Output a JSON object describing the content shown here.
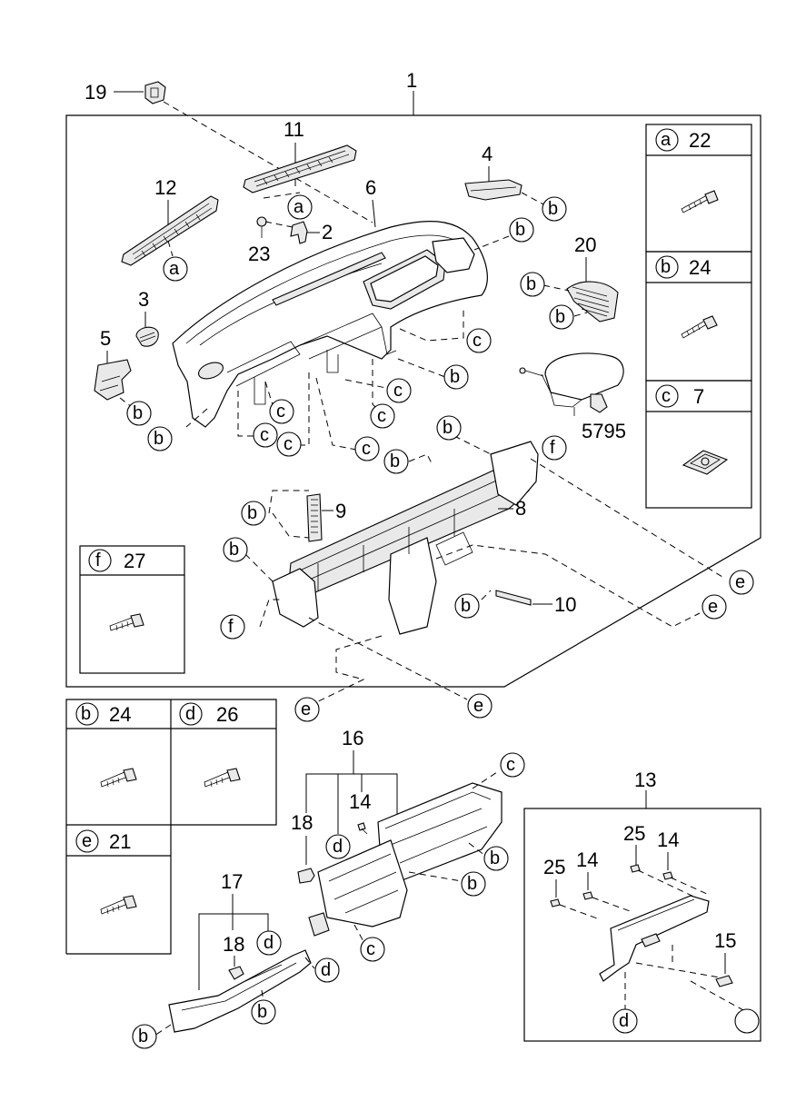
{
  "callouts": {
    "c1": "1",
    "c2": "2",
    "c3": "3",
    "c4": "4",
    "c5": "5",
    "c6": "6",
    "c8": "8",
    "c9": "9",
    "c10": "10",
    "c11": "11",
    "c12": "12",
    "c13": "13",
    "c14a": "14",
    "c14b": "14",
    "c14c": "14",
    "c15": "15",
    "c16": "16",
    "c17": "17",
    "c18a": "18",
    "c18b": "18",
    "c19": "19",
    "c20": "20",
    "c23": "23",
    "c25a": "25",
    "c25b": "25",
    "c5795": "5795"
  },
  "fastener_boxes": [
    {
      "letter": "a",
      "number": "22"
    },
    {
      "letter": "b",
      "number": "24"
    },
    {
      "letter": "c",
      "number": "7"
    },
    {
      "letter": "f",
      "number": "27"
    },
    {
      "letter": "b",
      "number": "24"
    },
    {
      "letter": "d",
      "number": "26"
    },
    {
      "letter": "e",
      "number": "21"
    }
  ],
  "ref_letters": [
    "a",
    "a",
    "b",
    "b",
    "b",
    "b",
    "b",
    "c",
    "c",
    "c",
    "c",
    "c",
    "c",
    "c",
    "b",
    "b",
    "b",
    "f",
    "b",
    "b",
    "b",
    "e",
    "e",
    "e",
    "e",
    "f",
    "b",
    "c",
    "d",
    "b",
    "b",
    "c",
    "d",
    "d",
    "b",
    "b",
    "d"
  ]
}
